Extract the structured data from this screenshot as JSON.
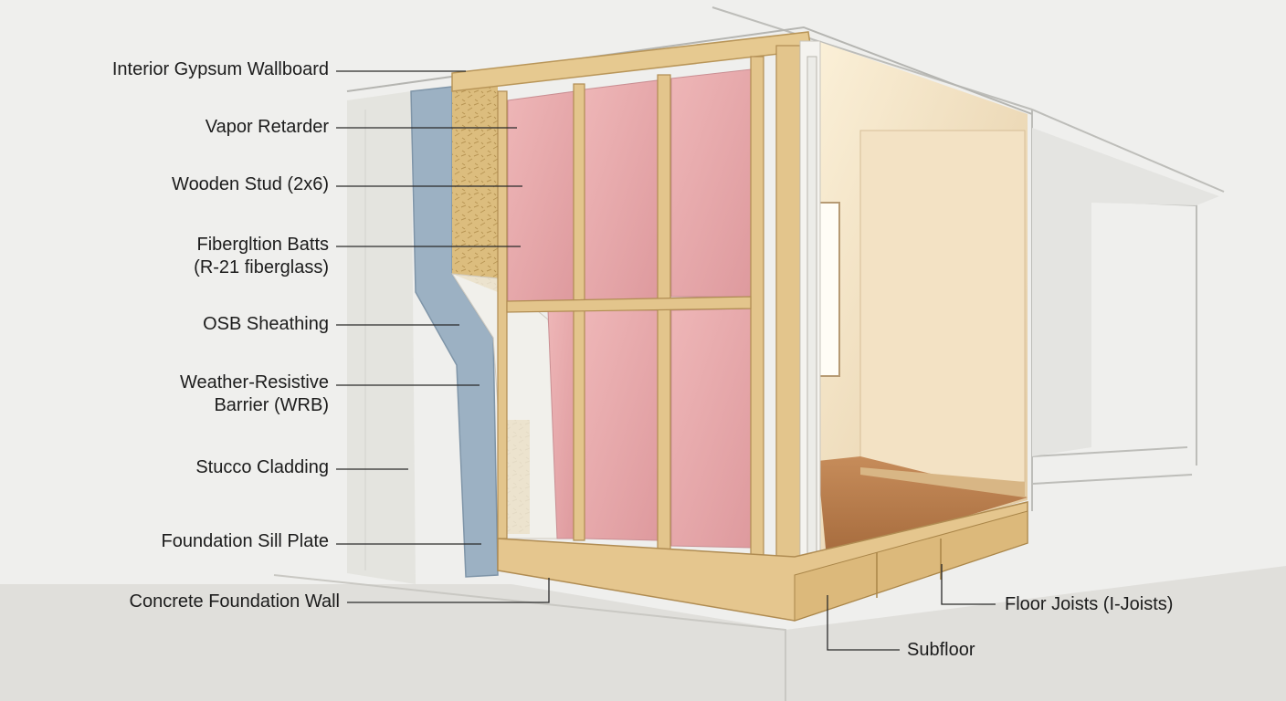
{
  "labels": {
    "interior_gypsum_wallboard": "Interior Gypsum Wallboard",
    "vapor_retarder": "Vapor Retarder",
    "wooden_stud": "Wooden Stud (2x6)",
    "fiberglass_batts_line1": "Fibergltion Batts",
    "fiberglass_batts_line2": "(R-21 fiberglass)",
    "osb_sheathing": "OSB Sheathing",
    "wrb_line1": "Weather-Resistive",
    "wrb_line2": "Barrier (WRB)",
    "stucco_cladding": "Stucco Cladding",
    "foundation_sill_plate": "Foundation Sill Plate",
    "concrete_foundation_wall": "Concrete Foundation Wall",
    "floor_joists": "Floor Joists (I-Joists)",
    "subfloor": "Subfloor"
  },
  "colors": {
    "background": "#efefed",
    "insulation_pink": "#e7a7a9",
    "stud_wood": "#e3c58c",
    "osb": "#d9b877",
    "barrier_blue": "#9fb4c6",
    "stucco": "#e6e6e2",
    "floor_wood": "#b77c4d",
    "interior_wall": "#efdcbd",
    "leader_line": "#2a2a2a"
  }
}
